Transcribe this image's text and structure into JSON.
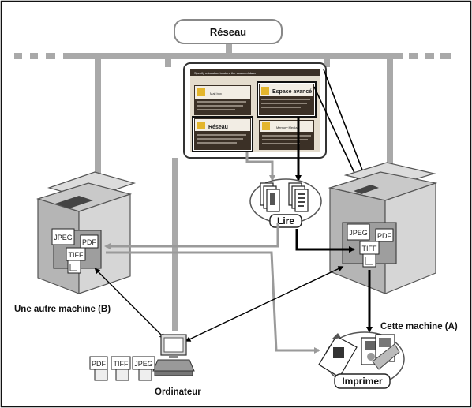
{
  "network": {
    "label": "Réseau"
  },
  "screen": {
    "header": "Specify a location to store the scanned data",
    "tiles": [
      {
        "title": "Mail box",
        "desc": "Data storage in this location to store and transfer to the printing, or mobile addressing supported by the device."
      },
      {
        "title": "Espace avancé",
        "desc": "Data storage in this location to store and transfer to the printing, or mobile addressing supported by the PC, such as PDF."
      },
      {
        "title": "Réseau",
        "desc": "Data storage on the Network (Remote Advanced Box) to store and transfer to the supported by the PC, such as PDF."
      },
      {
        "title": "Memory Media",
        "desc": "Removable media in this location to store and transfer to the printing, or supported by the PC, such as PDF."
      }
    ]
  },
  "read": {
    "label": "Lire"
  },
  "print": {
    "label": "Imprimer"
  },
  "machine_b": {
    "label": "Une autre machine (B)",
    "formats": [
      "JPEG",
      "PDF",
      "TIFF"
    ]
  },
  "machine_a": {
    "label": "Cette machine (A)",
    "formats": [
      "JPEG",
      "PDF",
      "TIFF"
    ]
  },
  "computer": {
    "label": "Ordinateur",
    "formats": [
      "PDF",
      "TIFF",
      "JPEG"
    ]
  },
  "colors": {
    "frame": "#111111",
    "network": "#a9a9a9",
    "screen_bg": "#e4dccd",
    "screen_dark": "#3b3026",
    "arrow": "#000000"
  },
  "icons": [
    "network-bus",
    "touch-panel-screen",
    "scanned-documents",
    "printed-documents",
    "multifunction-printer",
    "desktop-computer",
    "file-format-icons"
  ]
}
